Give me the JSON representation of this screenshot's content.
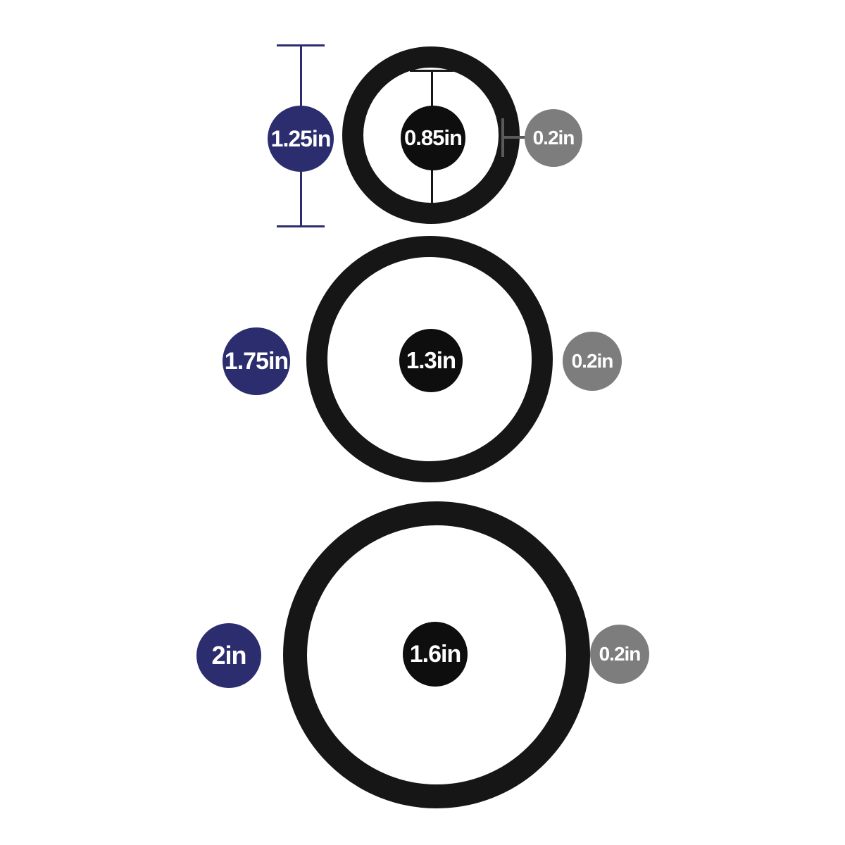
{
  "diagram": {
    "rings": [
      {
        "size": "small",
        "outer_diameter": "1.25in",
        "inner_diameter": "0.85in",
        "thickness": "0.2in"
      },
      {
        "size": "medium",
        "outer_diameter": "1.75in",
        "inner_diameter": "1.3in",
        "thickness": "0.2in"
      },
      {
        "size": "large",
        "outer_diameter": "2in",
        "inner_diameter": "1.6in",
        "thickness": "0.2in"
      }
    ],
    "colors": {
      "outer_diameter_badge": "#2b2d6f",
      "inner_diameter_badge": "#0e0e0e",
      "thickness_badge": "#7d7d7d",
      "ring": "#161616",
      "background": "#ffffff"
    }
  }
}
